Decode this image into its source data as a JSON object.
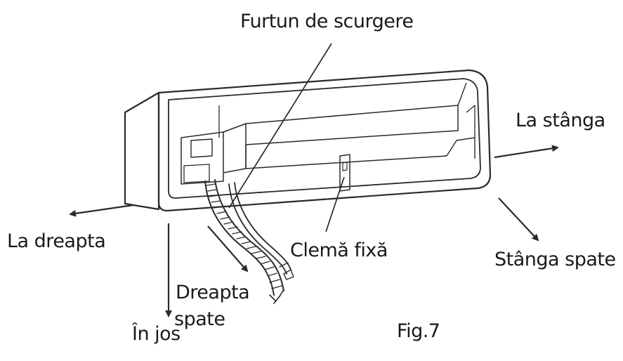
{
  "labels": {
    "drain_hose": "Furtun de scurgere",
    "left": "La stânga",
    "right": "La dreapta",
    "fixed_clamp": "Clemă fixă",
    "left_rear": "Stânga spate",
    "right_rear_line1": "Dreapta",
    "right_rear_line2": "spate",
    "down": "În jos",
    "figure": "Fig.7"
  },
  "colors": {
    "line": "#2a2a2a",
    "text": "#1a1a1a",
    "background": "#ffffff"
  }
}
